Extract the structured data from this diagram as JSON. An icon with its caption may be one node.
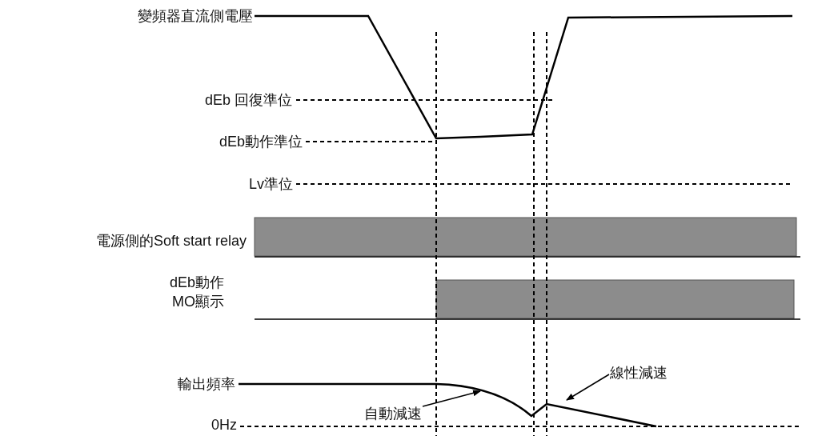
{
  "diagram": {
    "nodes": [
      {
        "text": [
          "自動減速"
        ]
      },
      {
        "text": [
          "線性減速"
        ]
      }
    ],
    "edges": [
      {
        "from": 0,
        "to": null,
        "arrow": "to"
      },
      {
        "from": 1,
        "to": null,
        "arrow": "to"
      }
    ],
    "labels": [
      "變頻器直流側電壓",
      "dEb 回復準位",
      "dEb動作準位",
      "Lv準位",
      "電源側的Soft start relay",
      "dEb動作",
      "MO顯示",
      "輸出頻率",
      "0Hz"
    ]
  }
}
